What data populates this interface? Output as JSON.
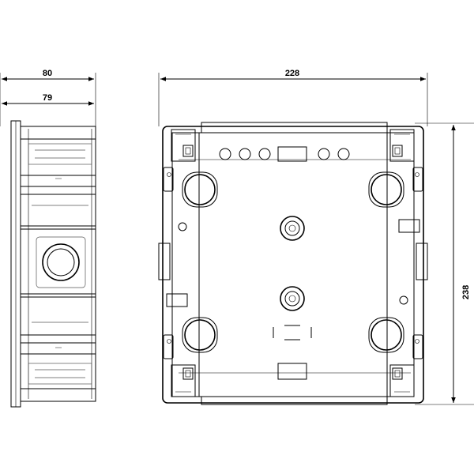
{
  "dimensions": {
    "side_depth_outer": "80",
    "side_depth_inner": "79",
    "front_width": "228",
    "front_height": "238"
  }
}
